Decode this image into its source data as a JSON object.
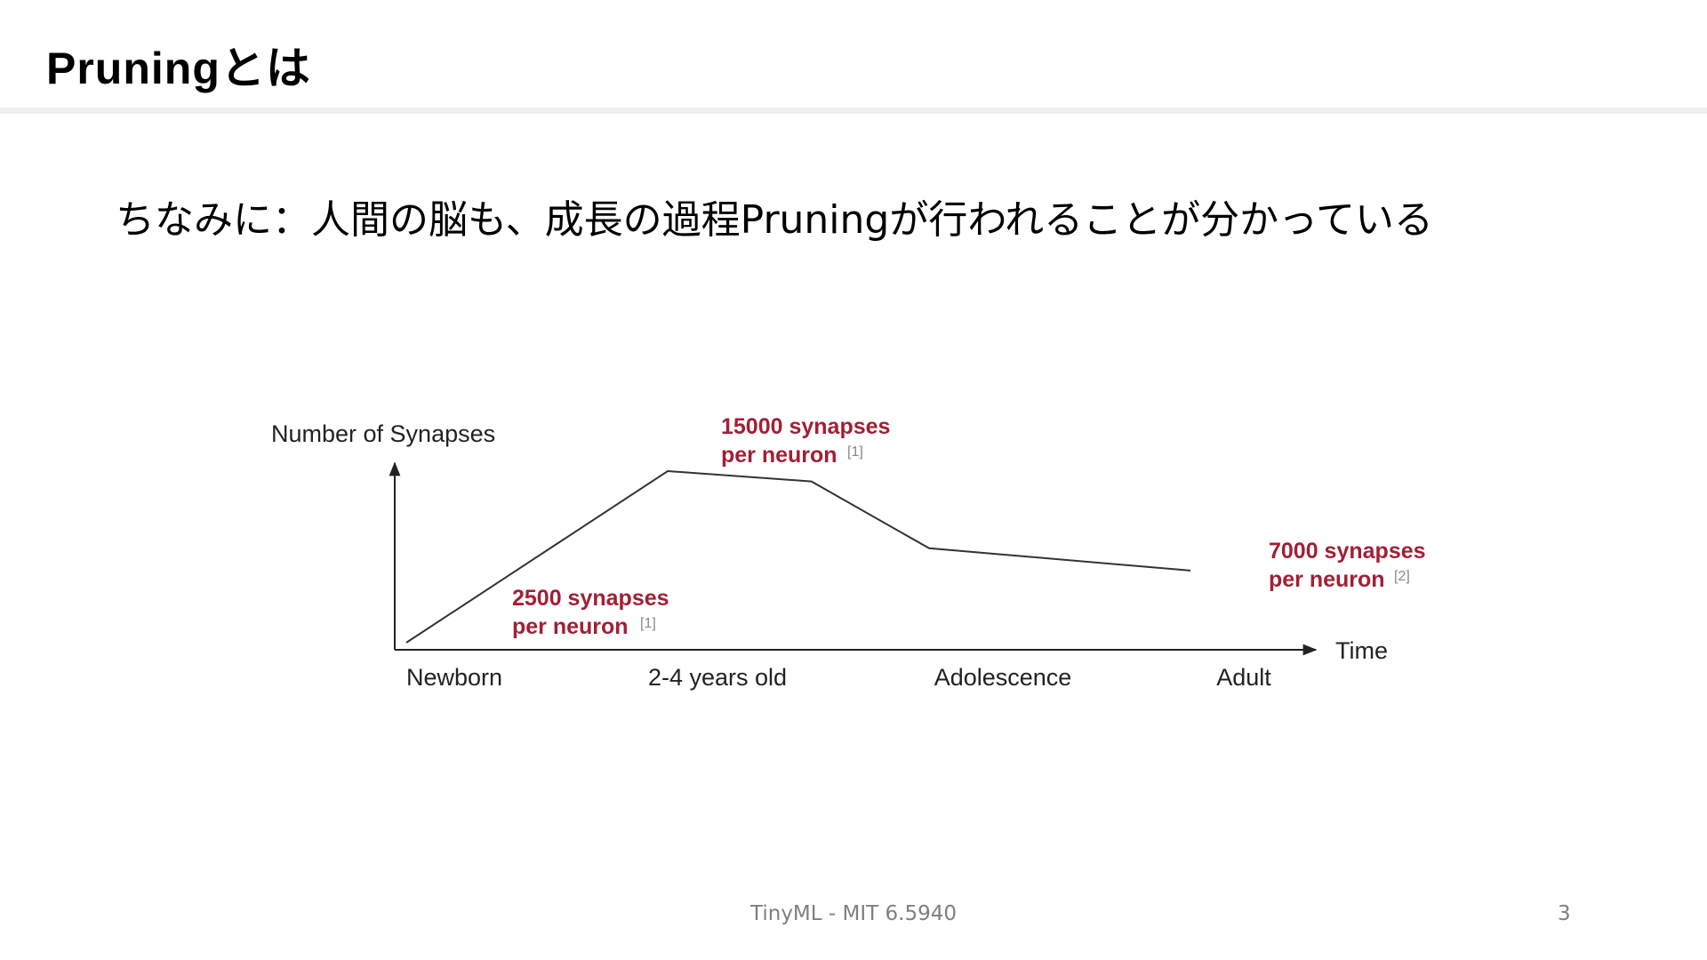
{
  "slide": {
    "title": "Pruningとは",
    "subtitle": "ちなみに：人間の脳も、成長の過程Pruningが行われることが分かっている",
    "footer": "TinyML - MIT 6.5940",
    "page_number": "3"
  },
  "chart_data": {
    "type": "line",
    "ylabel": "Number of Synapses",
    "xlabel": "Time",
    "categories": [
      "Newborn",
      "2-4 years old",
      "Adolescence",
      "Adult"
    ],
    "series": [
      {
        "x": [
          0.0,
          1.0,
          1.55,
          2.0,
          3.0
        ],
        "values": [
          0.0,
          1.0,
          0.94,
          0.55,
          0.42
        ]
      }
    ],
    "annotations": [
      {
        "line1": "2500 synapses",
        "line2": "per neuron",
        "ref": "[1]"
      },
      {
        "line1": "15000 synapses",
        "line2": "per neuron",
        "ref": "[1]"
      },
      {
        "line1": "7000 synapses",
        "line2": "per neuron",
        "ref": "[2]"
      }
    ],
    "grid": false,
    "colors": {
      "line": "#333333",
      "annotation": "#a31f34",
      "ref": "#888888",
      "axis": "#222222"
    }
  }
}
